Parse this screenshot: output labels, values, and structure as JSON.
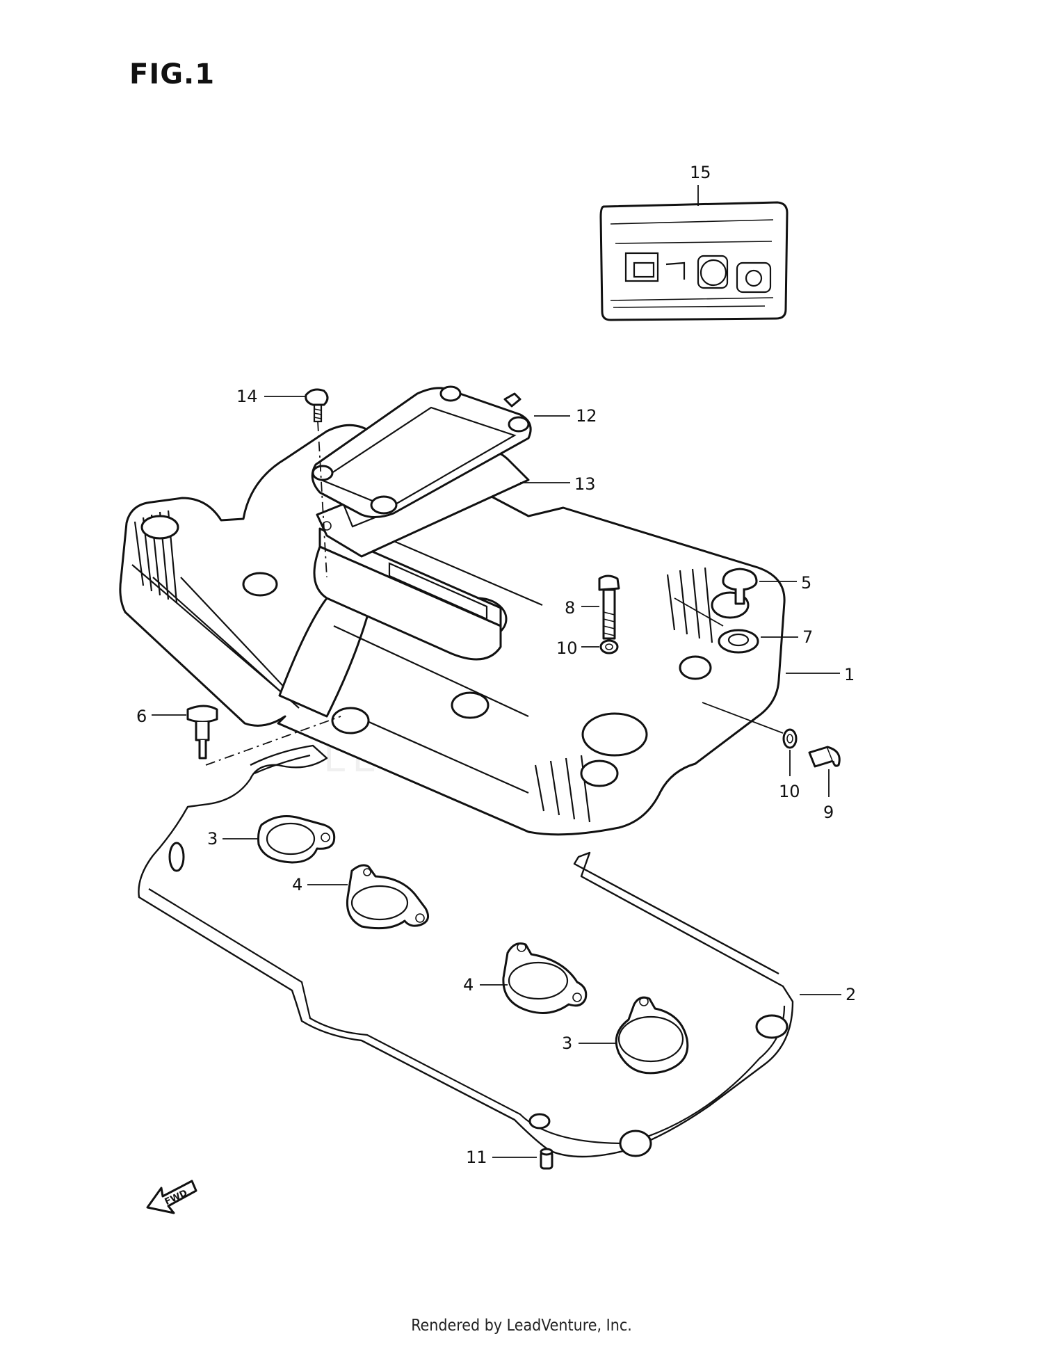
{
  "figure": {
    "title": "FIG.1"
  },
  "footer": {
    "text": "Rendered by LeadVenture, Inc."
  },
  "watermark": {
    "text": "LEADVENTURE"
  },
  "direction_marker": {
    "label": "FWD",
    "icon": "fwd-arrow-icon"
  },
  "callouts": [
    {
      "id": "callout-15",
      "label": "15"
    },
    {
      "id": "callout-14",
      "label": "14"
    },
    {
      "id": "callout-12",
      "label": "12"
    },
    {
      "id": "callout-13",
      "label": "13"
    },
    {
      "id": "callout-5",
      "label": "5"
    },
    {
      "id": "callout-8",
      "label": "8"
    },
    {
      "id": "callout-7",
      "label": "7"
    },
    {
      "id": "callout-10a",
      "label": "10"
    },
    {
      "id": "callout-1",
      "label": "1"
    },
    {
      "id": "callout-6",
      "label": "6"
    },
    {
      "id": "callout-10b",
      "label": "10"
    },
    {
      "id": "callout-9",
      "label": "9"
    },
    {
      "id": "callout-3a",
      "label": "3"
    },
    {
      "id": "callout-4a",
      "label": "4"
    },
    {
      "id": "callout-4b",
      "label": "4"
    },
    {
      "id": "callout-2",
      "label": "2"
    },
    {
      "id": "callout-3b",
      "label": "3"
    },
    {
      "id": "callout-11",
      "label": "11"
    }
  ]
}
